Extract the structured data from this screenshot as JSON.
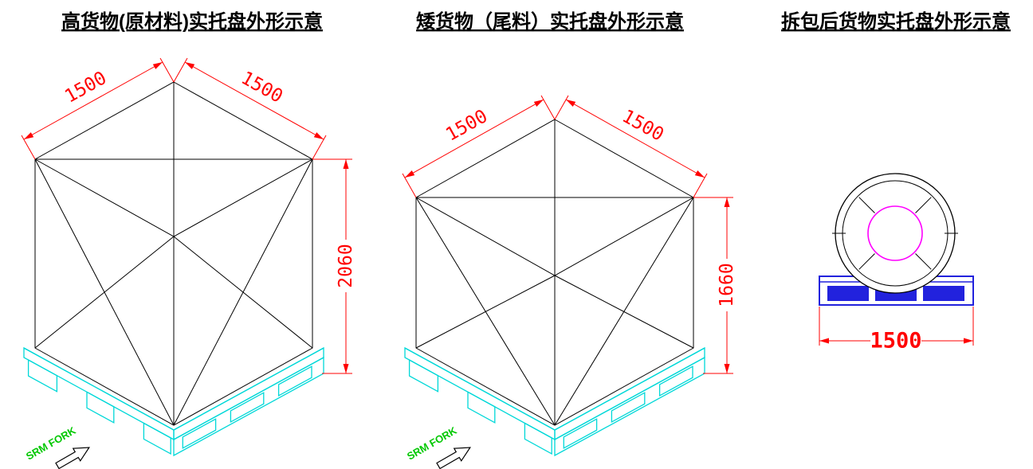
{
  "diagrams": {
    "tall": {
      "title": "高货物(原材料)实托盘外形示意",
      "dim_top_left": "1500",
      "dim_top_right": "1500",
      "dim_height": "2060",
      "fork_label": "SRM FORK"
    },
    "short": {
      "title": "矮货物（尾料）实托盘外形示意",
      "dim_top_left": "1500",
      "dim_top_right": "1500",
      "dim_height": "1660",
      "fork_label": "SRM FORK"
    },
    "unpacked": {
      "title": "拆包后货物实托盘外形示意",
      "dim_width": "1500"
    }
  },
  "colors": {
    "outline": "#000000",
    "pallet_iso": "#00d8d8",
    "pallet_front": "#2222dd",
    "dimension": "#ff0000",
    "coil_core": "#ff00ff",
    "fork_text": "#00c800"
  }
}
